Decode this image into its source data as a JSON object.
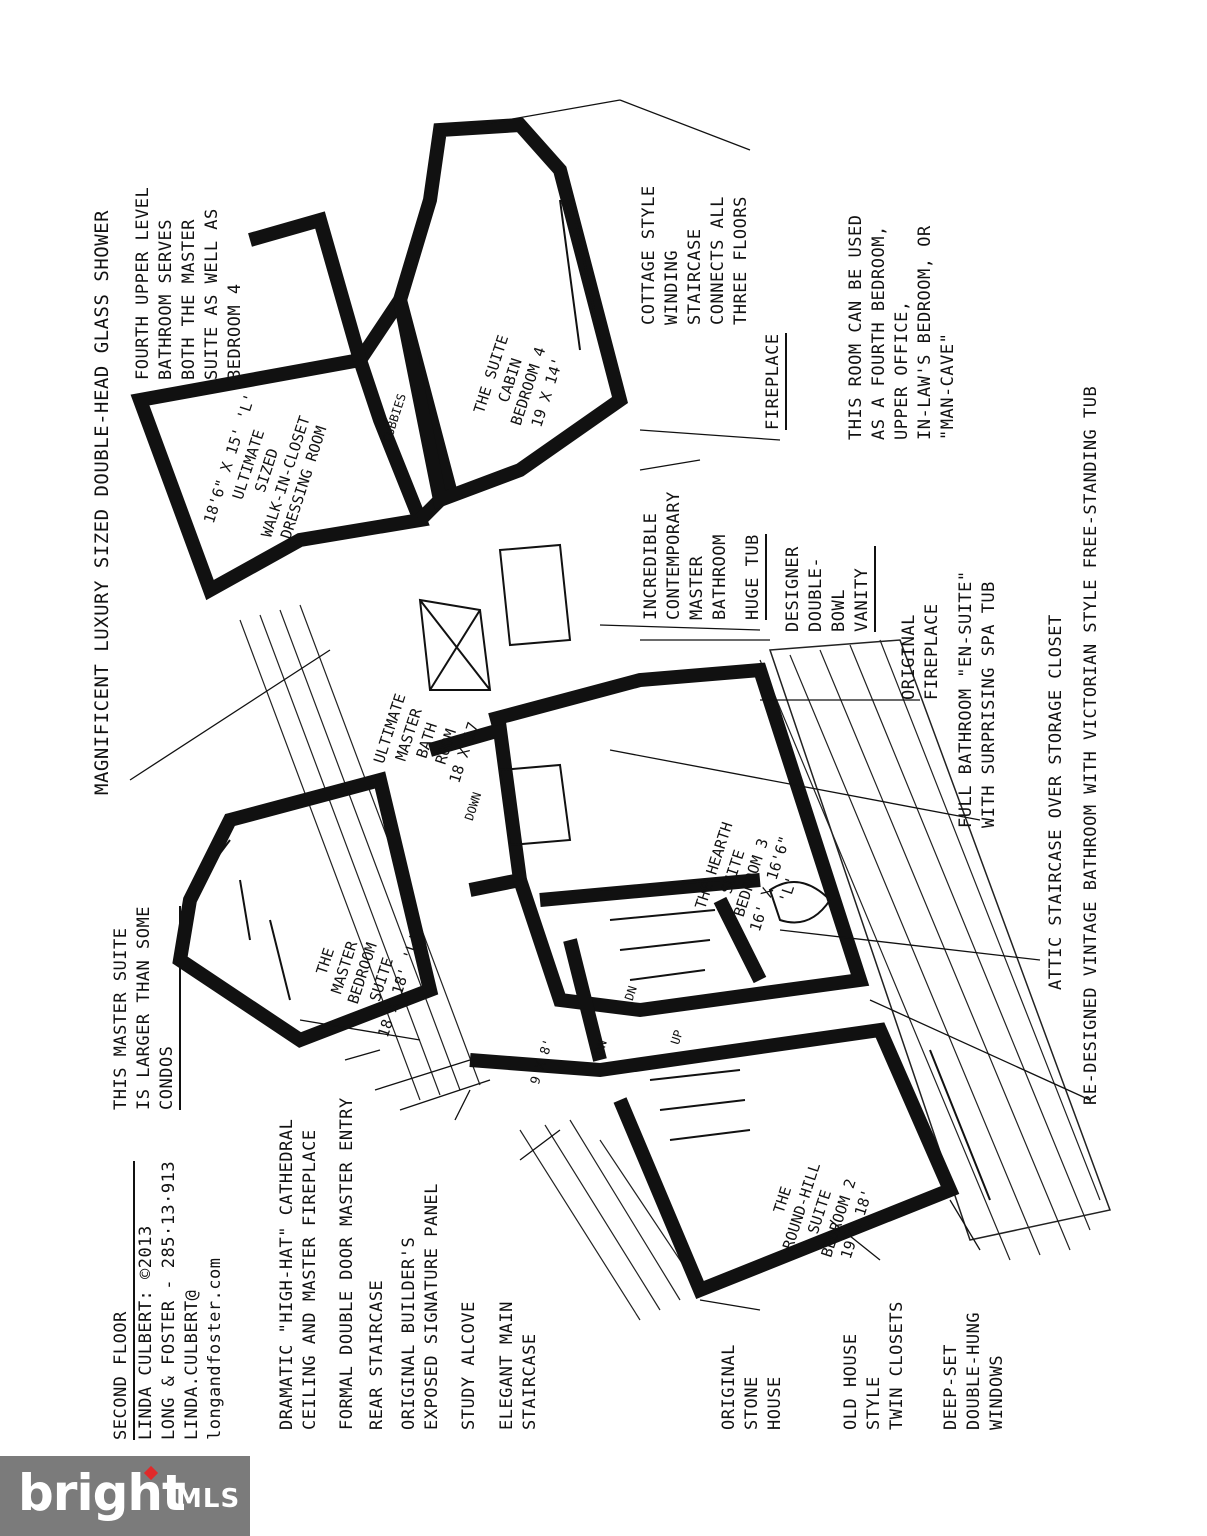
{
  "title_block": {
    "title": "SECOND FLOOR",
    "line1": "LINDA CULBERT: ©2013",
    "line2": "LONG & FOSTER - 285·13·913",
    "line3": "LINDA.CULBERT@",
    "line4": "longandfoster.com"
  },
  "rooms": {
    "master": [
      "THE",
      "MASTER",
      "BEDROOM",
      "SUITE",
      "18 x 18' 'L'"
    ],
    "roundhill": [
      "THE",
      "ROUND-HILL",
      "SUITE",
      "BEDROOM 2",
      "19 x 18'"
    ],
    "hearth": [
      "THE HEARTH",
      "SUITE",
      "BEDROOM 3",
      "16' x 16'6\"",
      "'L'"
    ],
    "cabin": [
      "THE SUITE",
      "CABIN",
      "BEDROOM 4",
      "19 x 14'"
    ],
    "closet": [
      "18'6\" x 15' 'L'",
      "ULTIMATE",
      "SIZED",
      "WALK-IN-CLOSET",
      "DRESSING ROOM"
    ],
    "bath": [
      "ULTIMATE",
      "MASTER",
      "BATH",
      "ROOM",
      "18 x 17"
    ],
    "small_labels": {
      "down": "DOWN",
      "dn1": "DN",
      "dn2": "DN",
      "up": "UP",
      "alcove_size": "9 x 8'",
      "cubbies": "CUBBIES"
    }
  },
  "callouts": {
    "bottom_left": [
      [
        "DRAMATIC \"HIGH-HAT\" CATHEDRAL",
        "CEILING AND MASTER FIREPLACE"
      ],
      [
        "FORMAL DOUBLE DOOR MASTER ENTRY"
      ],
      [
        "REAR STAIRCASE"
      ],
      [
        "ORIGINAL BUILDER'S",
        "EXPOSED SIGNATURE PANEL"
      ],
      [
        "STUDY ALCOVE"
      ],
      [
        "ELEGANT MAIN",
        "STAIRCASE"
      ]
    ],
    "bottom_right": [
      [
        "ORIGINAL",
        "STONE",
        "HOUSE"
      ],
      [
        "OLD HOUSE",
        "STYLE",
        "TWIN CLOSETS"
      ],
      [
        "DEEP-SET",
        "DOUBLE-HUNG",
        "WINDOWS"
      ]
    ],
    "condos": [
      "THIS MASTER SUITE",
      "IS LARGER THAN SOME",
      "CONDOS"
    ],
    "shower": "MAGNIFICENT LUXURY SIZED DOUBLE-HEAD GLASS SHOWER",
    "fourth_bath": [
      "FOURTH UPPER LEVEL",
      "BATHROOM SERVES",
      "BOTH THE MASTER",
      "SUITE AS WELL AS",
      "BEDROOM 4"
    ],
    "cottage": [
      "COTTAGE STYLE",
      "WINDING",
      "STAIRCASE",
      "CONNECTS ALL",
      "THREE FLOORS"
    ],
    "fireplace": "FIREPLACE",
    "fourth_bedroom": [
      "THIS ROOM CAN BE USED",
      "AS A FOURTH BEDROOM,",
      "UPPER OFFICE,",
      "IN-LAW'S BEDROOM, OR",
      "\"MAN-CAVE\""
    ],
    "master_bath": [
      "INCREDIBLE",
      "CONTEMPORARY",
      "MASTER",
      "BATHROOM"
    ],
    "huge_tub": "HUGE TUB",
    "vanity": [
      "DESIGNER",
      "DOUBLE-",
      "BOWL",
      "VANITY"
    ],
    "orig_fireplace": [
      "ORIGINAL",
      "FIREPLACE"
    ],
    "full_bath": [
      "FULL BATHROOM \"EN-SUITE\"",
      "WITH SURPRISING SPA TUB"
    ],
    "attic": "ATTIC STAIRCASE OVER STORAGE CLOSET",
    "vintage": "RE-DESIGNED VINTAGE BATHROOM WITH VICTORIAN STYLE FREE-STANDING TUB"
  },
  "watermark": {
    "brand": "bright",
    "suffix": "MLS"
  }
}
